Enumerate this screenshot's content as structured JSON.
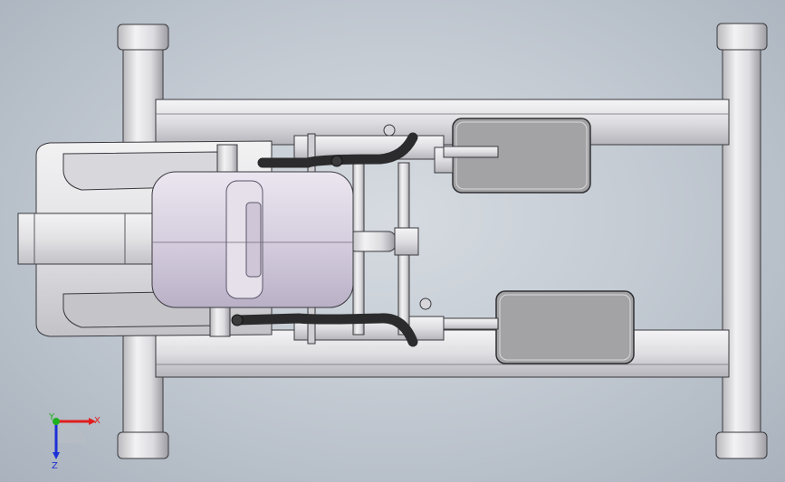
{
  "viewport": {
    "background_colors": [
      "#d6dbe1",
      "#a9b2bd"
    ]
  },
  "model": {
    "parts": [
      "frame-rail-top",
      "frame-rail-bottom",
      "crossbar-left",
      "crossbar-right",
      "motor-housing",
      "gear-block",
      "foot-pad-top",
      "foot-pad-bottom",
      "hose-top",
      "hose-bottom",
      "linkage"
    ],
    "colors": {
      "metal_light": "#e8e8ea",
      "metal_mid": "#c9c9cc",
      "metal_dark": "#9a9aa0",
      "motor_tint": "#d9d2e0",
      "pad": "#a3a3a6",
      "hose": "#2b2b2d",
      "edge": "#3a3a3e"
    }
  },
  "triad": {
    "x_label": "X",
    "y_label": "Y",
    "z_label": "Z",
    "colors": {
      "x": "#e11d1d",
      "y": "#1fb21f",
      "z": "#1d2fd8"
    }
  }
}
